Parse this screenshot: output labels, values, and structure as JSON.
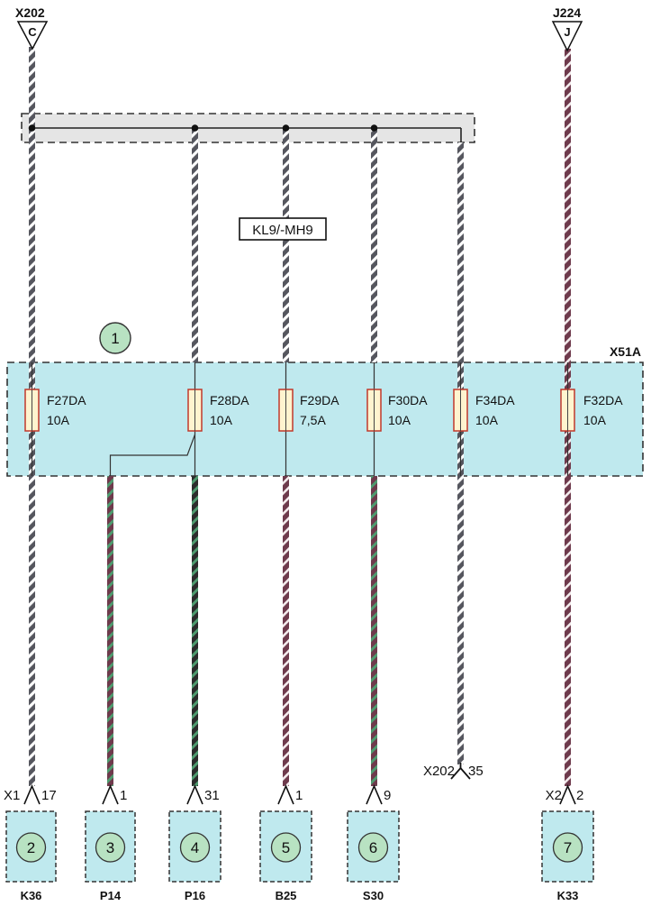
{
  "top_connectors": [
    {
      "name": "X202",
      "letter": "C"
    },
    {
      "name": "J224",
      "letter": "J"
    }
  ],
  "bus_label": "KL9/-MH9",
  "fuse_box": {
    "label": "X51A",
    "callout": "1",
    "fill_color": "#bfe9ee"
  },
  "fuses": [
    {
      "name": "F27DA",
      "rating": "10A"
    },
    {
      "name": "F28DA",
      "rating": "10A"
    },
    {
      "name": "F29DA",
      "rating": "7,5A"
    },
    {
      "name": "F30DA",
      "rating": "10A"
    },
    {
      "name": "F34DA",
      "rating": "10A"
    },
    {
      "name": "F32DA",
      "rating": "10A"
    }
  ],
  "splice": {
    "connector": "X202",
    "pin": "35"
  },
  "components": [
    {
      "number": "2",
      "code": "K36",
      "connector": "X1",
      "pin": "17"
    },
    {
      "number": "3",
      "code": "P14",
      "connector": "",
      "pin": "1"
    },
    {
      "number": "4",
      "code": "P16",
      "connector": "",
      "pin": "31"
    },
    {
      "number": "5",
      "code": "B25",
      "connector": "",
      "pin": "1"
    },
    {
      "number": "6",
      "code": "S30",
      "connector": "",
      "pin": "9"
    },
    {
      "number": "7",
      "code": "K33",
      "connector": "X2",
      "pin": "2"
    }
  ],
  "colors": {
    "wire_gray": "#55565e",
    "wire_purple": "#6e3a4c",
    "stripe_white": "#ffffff",
    "stripe_green": "#4e9a6e",
    "component_fill": "#bfe9ee",
    "callout_fill": "#b8e2c2",
    "fuse_fill": "#fff4cf",
    "fuse_stroke": "#c0392b"
  }
}
